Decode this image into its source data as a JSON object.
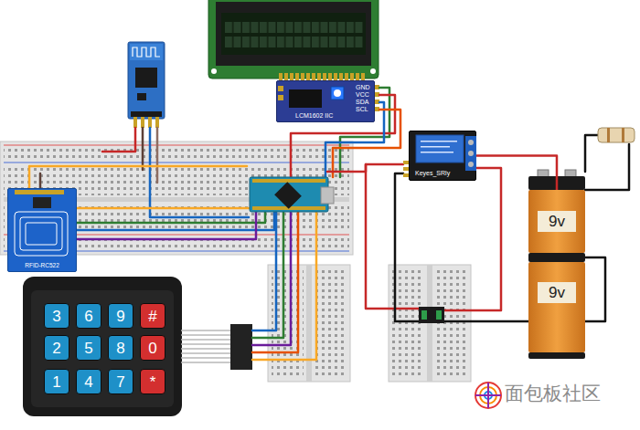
{
  "diagram": {
    "nodes": [
      {
        "text": [
          "LCM1602 IIC"
        ]
      },
      {
        "text": [
          "RFID-RC522"
        ]
      },
      {
        "text": [
          "Keyes_SRly"
        ]
      },
      {
        "text": [
          "9v"
        ]
      },
      {
        "text": [
          "9v"
        ]
      },
      {
        "text": [
          "3"
        ]
      },
      {
        "text": [
          "6"
        ]
      },
      {
        "text": [
          "9"
        ]
      },
      {
        "text": [
          "#"
        ]
      },
      {
        "text": [
          "2"
        ]
      },
      {
        "text": [
          "5"
        ]
      },
      {
        "text": [
          "8"
        ]
      },
      {
        "text": [
          "0"
        ]
      },
      {
        "text": [
          "1"
        ]
      },
      {
        "text": [
          "4"
        ]
      },
      {
        "text": [
          "7"
        ]
      },
      {
        "text": [
          "*"
        ]
      }
    ],
    "edges": [
      {
        "from": 2,
        "to": 3,
        "arrow": "none"
      }
    ],
    "labels": [
      "GND",
      "VCC",
      "SDA",
      "SCL",
      "面包板社区"
    ]
  }
}
